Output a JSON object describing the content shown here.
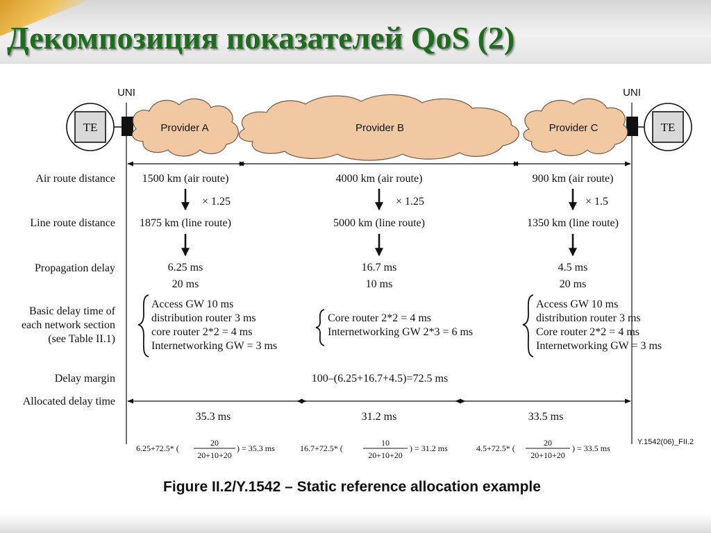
{
  "slide": {
    "title": "Декомпозиция показателей QoS (2)"
  },
  "figure": {
    "uni_left": "UNI",
    "uni_right": "UNI",
    "te_left": "TE",
    "te_right": "TE",
    "providers": [
      "Provider A",
      "Provider B",
      "Provider C"
    ],
    "row_labels": {
      "air_route": "Air route distance",
      "line_route": "Line route distance",
      "propagation": "Propagation delay",
      "basic_delay": [
        "Basic delay time of",
        "each network section",
        "(see Table II.1)"
      ],
      "delay_margin": "Delay margin",
      "allocated": "Allocated delay time"
    },
    "sections": [
      {
        "air": "1500 km (air route)",
        "multiplier": "× 1.25",
        "line": "1875 km (line route)",
        "prop_delay": "6.25 ms",
        "basic_total": "20 ms",
        "basic_items": [
          "Access GW 10 ms",
          "distribution router 3 ms",
          "core router 2*2 = 4 ms",
          "Internetworking GW = 3 ms"
        ],
        "allocated": "35.3 ms",
        "formula": {
          "prefix": "6.25+72.5* (",
          "numerator": "20",
          "denominator": "20+10+20",
          "suffix": ") = 35.3 ms"
        }
      },
      {
        "air": "4000 km (air route)",
        "multiplier": "× 1.25",
        "line": "5000 km (line route)",
        "prop_delay": "16.7 ms",
        "basic_total": "10 ms",
        "basic_items": [
          "Core router 2*2 = 4 ms",
          "Internetworking GW 2*3 = 6 ms"
        ],
        "allocated": "31.2 ms",
        "formula": {
          "prefix": "16.7+72.5* (",
          "numerator": "10",
          "denominator": "20+10+20",
          "suffix": ") = 31.2 ms"
        }
      },
      {
        "air": "900 km (air route)",
        "multiplier": "× 1.5",
        "line": "1350 km (line route)",
        "prop_delay": "4.5 ms",
        "basic_total": "20 ms",
        "basic_items": [
          "Access GW 10 ms",
          "distribution router 3 ms",
          "Core router 2*2 = 4 ms",
          "Internetworking GW = 3 ms"
        ],
        "allocated": "33.5 ms",
        "formula": {
          "prefix": "4.5+72.5* (",
          "numerator": "20",
          "denominator": "20+10+20",
          "suffix": ") = 33.5 ms"
        }
      }
    ],
    "delay_margin_value": "100–(6.25+16.7+4.5)=72.5 ms",
    "figure_id": "Y.1542(06)_FII.2",
    "caption": "Figure II.2/Y.1542 – Static reference allocation example"
  },
  "colors": {
    "title": "#1f6b1f",
    "cloud_fill": "#f2c8a2",
    "cloud_stroke": "#6e5a48",
    "te_fill": "#d9d9d9",
    "uni_block": "#111111",
    "text": "#111111"
  }
}
